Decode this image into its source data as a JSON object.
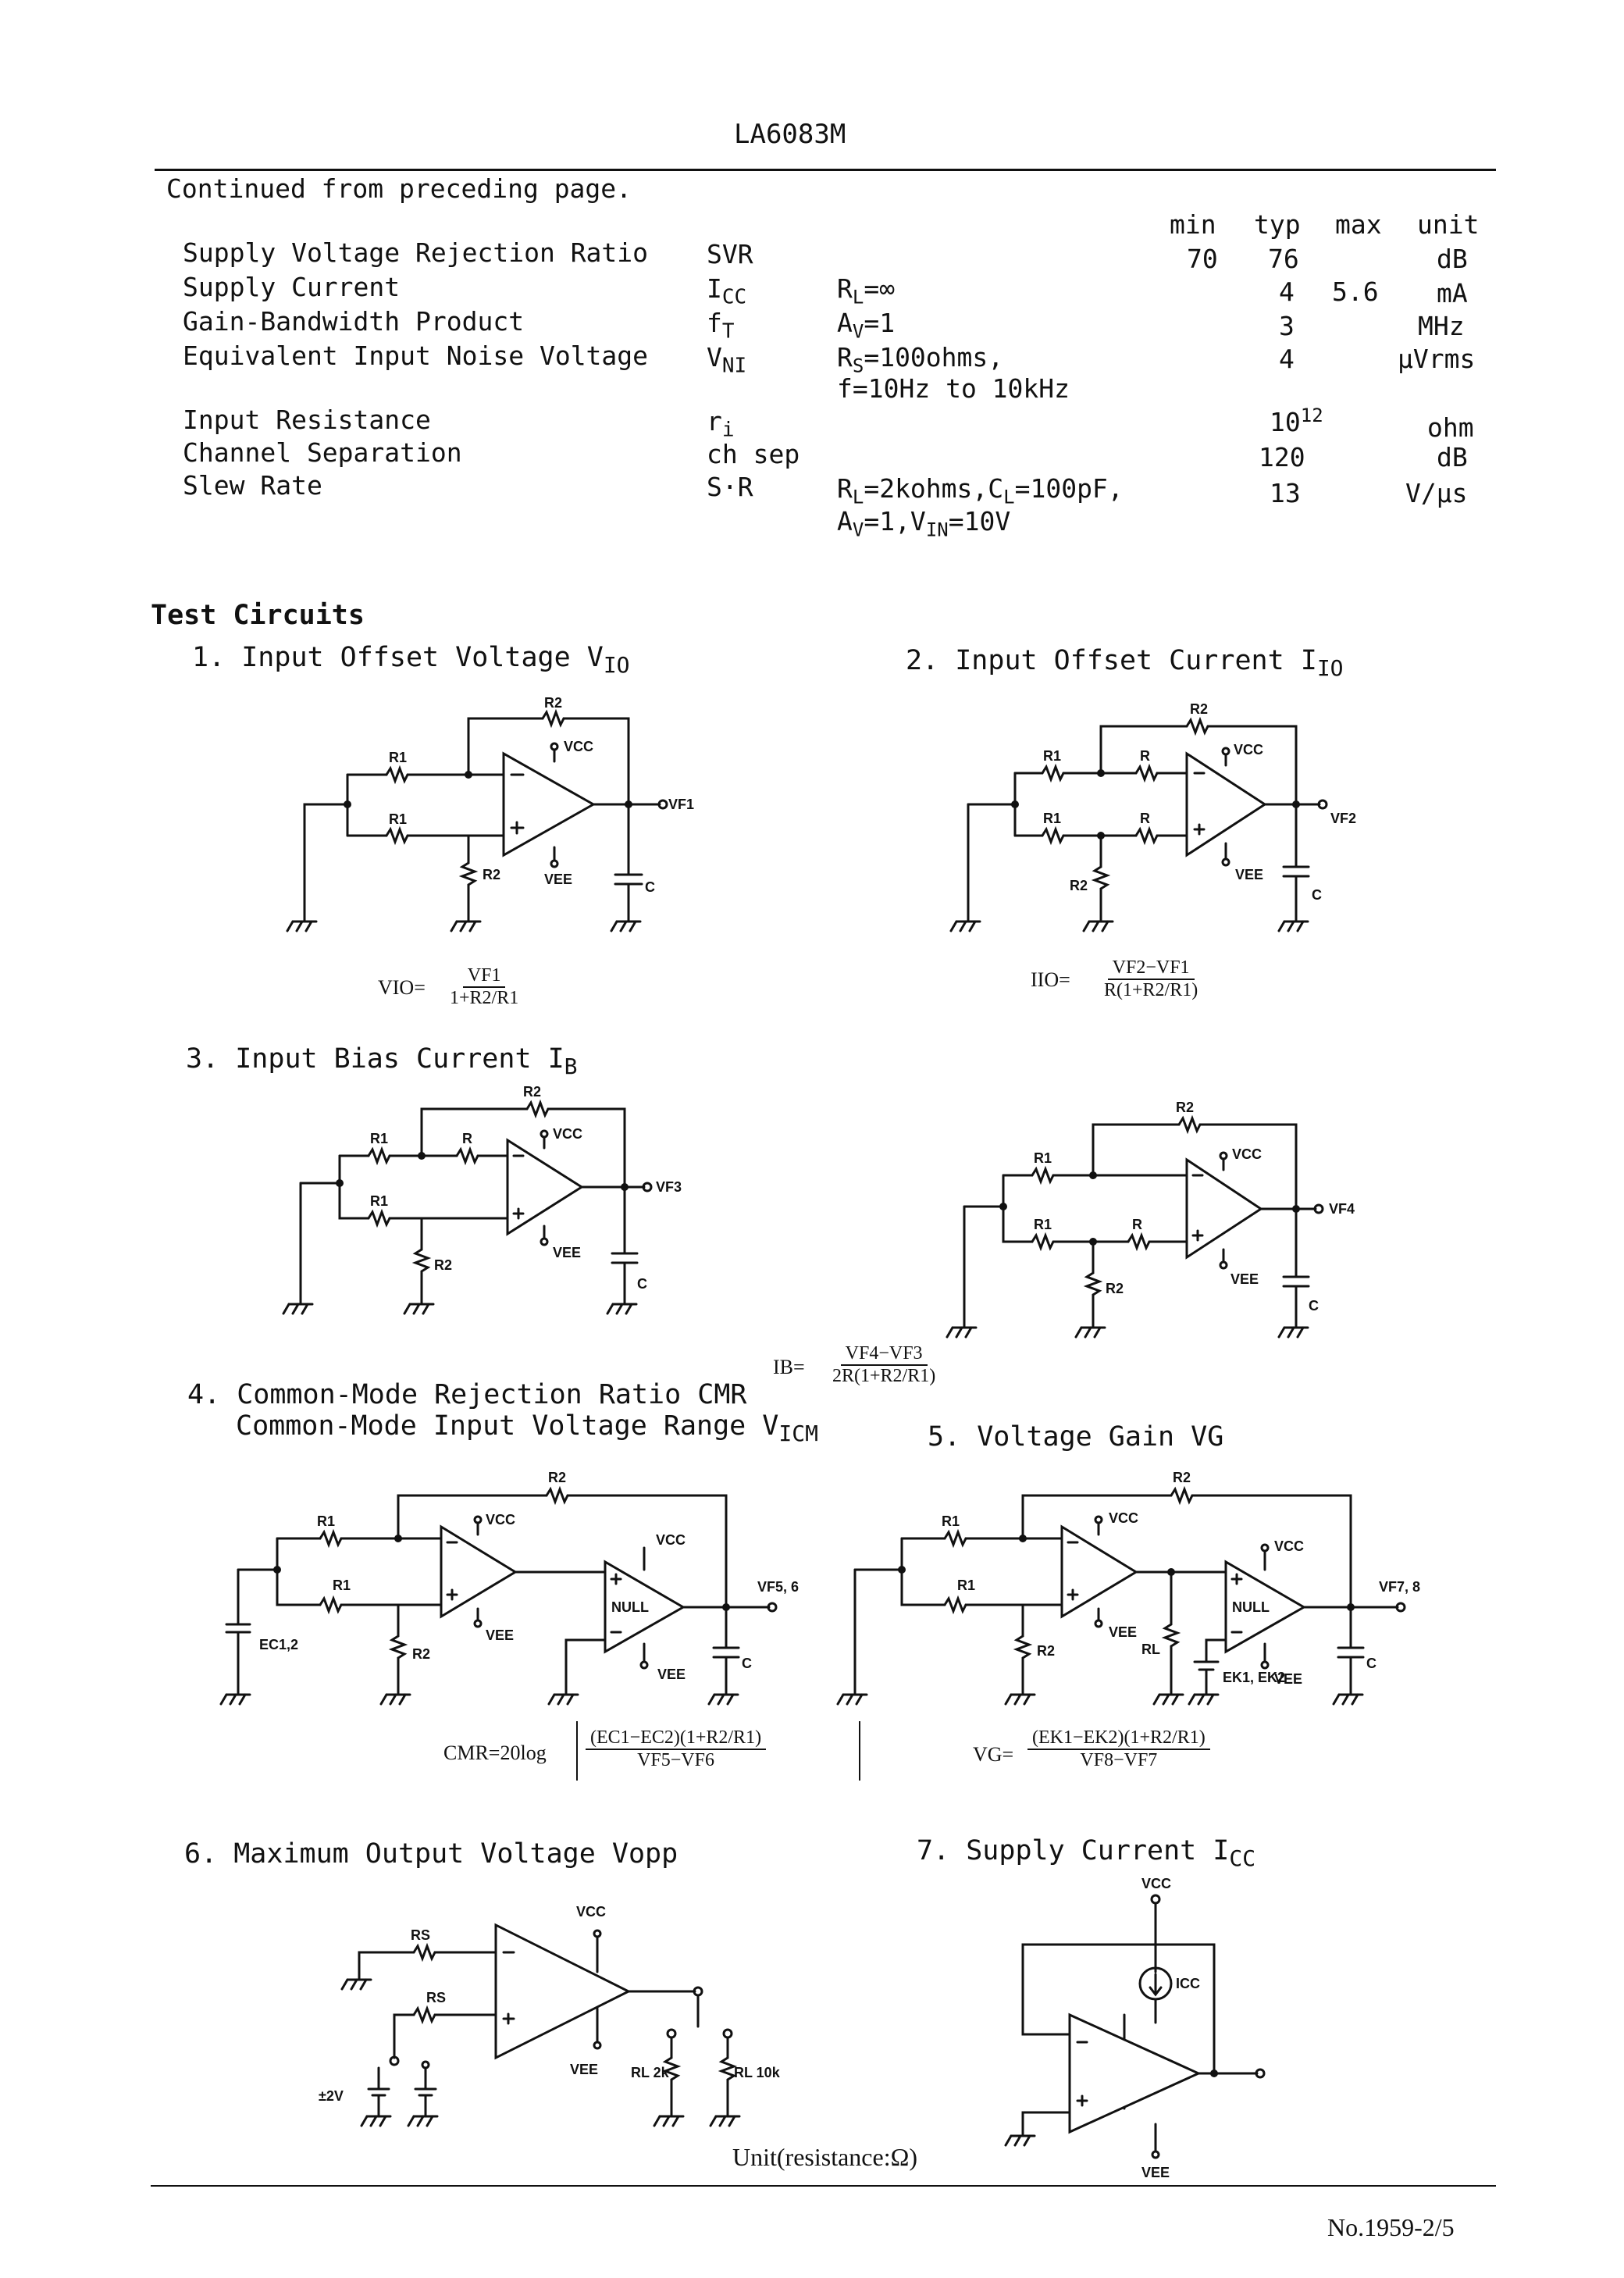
{
  "header": {
    "part_number": "LA6083M"
  },
  "continued": "Continued from preceding page.",
  "table": {
    "columns": [
      "min",
      "typ",
      "max",
      "unit"
    ],
    "rows": [
      {
        "param": "Supply Voltage Rejection Ratio",
        "sym": "SVR",
        "sub": "",
        "cond": "",
        "min": "70",
        "typ": "76",
        "max": "",
        "unit": "dB"
      },
      {
        "param": "Supply Current",
        "sym": "I",
        "sub": "CC",
        "cond": "R",
        "cond_sub": "L",
        "cond_rest": "=∞",
        "min": "",
        "typ": "4",
        "max": "5.6",
        "unit": "mA"
      },
      {
        "param": "Gain-Bandwidth Product",
        "sym": "f",
        "sub": "T",
        "cond": "A",
        "cond_sub": "V",
        "cond_rest": "=1",
        "min": "",
        "typ": "3",
        "max": "",
        "unit": "MHz"
      },
      {
        "param": "Equivalent Input Noise Voltage",
        "sym": "V",
        "sub": "NI",
        "cond": "R",
        "cond_sub": "S",
        "cond_rest": "=100ohms,",
        "cond2": "f=10Hz to 10kHz",
        "min": "",
        "typ": "4",
        "max": "",
        "unit": "μVrms"
      },
      {
        "param": "Input Resistance",
        "sym": "r",
        "sub": "i",
        "cond": "",
        "min": "",
        "typ": "10",
        "typ_sup": "12",
        "max": "",
        "unit": "ohm"
      },
      {
        "param": "Channel Separation",
        "sym": "ch sep",
        "sub": "",
        "cond": "",
        "min": "",
        "typ": "120",
        "max": "",
        "unit": "dB"
      },
      {
        "param": "Slew Rate",
        "sym": "S·R",
        "sub": "",
        "cond": "R",
        "cond_sub": "L",
        "cond_rest": "=2kohms,C",
        "cond_sub2": "L",
        "cond_rest2": "=100pF,",
        "cond2": "A",
        "cond2_sub": "V",
        "cond2_rest": "=1,V",
        "cond2_sub2": "IN",
        "cond2_rest2": "=10V",
        "min": "",
        "typ": "13",
        "max": "",
        "unit": "V/μs"
      }
    ]
  },
  "test_circuits_title": "Test Circuits",
  "circuits": [
    {
      "num": "1.",
      "title": "Input Offset Voltage V",
      "sub": "IO"
    },
    {
      "num": "2.",
      "title": "Input Offset Current I",
      "sub": "IO"
    },
    {
      "num": "3.",
      "title": "Input Bias Current I",
      "sub": "B"
    },
    {
      "num": "4.",
      "title": "Common-Mode Rejection Ratio CMR",
      "title2": "Common-Mode Input Voltage Range V",
      "sub2": "ICM"
    },
    {
      "num": "5.",
      "title": "Voltage Gain VG"
    },
    {
      "num": "6.",
      "title": "Maximum Output Voltage Vopp"
    },
    {
      "num": "7.",
      "title": "Supply Current I",
      "sub": "CC"
    }
  ],
  "labels": {
    "R1": "R1",
    "R2": "R2",
    "R": "R",
    "VCC": "VCC",
    "VEE": "VEE",
    "C": "C",
    "VF1": "VF1",
    "VF2": "VF2",
    "VF3": "VF3",
    "VF4": "VF4",
    "VF56": "VF5, 6",
    "VF78": "VF7, 8",
    "EC12": "EC1,2",
    "NULL": "NULL",
    "RL": "RL",
    "EK12": "EK1, EK2",
    "RS": "RS",
    "RL2k": "RL 2k",
    "RL10k": "RL 10k",
    "pm2v": "±2V",
    "ICC": "ICC"
  },
  "equations": {
    "vio_lhs": "VIO=",
    "vio_num": "VF1",
    "vio_den": "1+R2/R1",
    "iio_lhs": "IIO=",
    "iio_num": "VF2−VF1",
    "iio_den": "R(1+R2/R1)",
    "ib_lhs": "IB=",
    "ib_num": "VF4−VF3",
    "ib_den": "2R(1+R2/R1)",
    "cmr_lhs": "CMR=20log",
    "cmr_num": "(EC1−EC2)(1+R2/R1)",
    "cmr_den": "VF5−VF6",
    "vg_lhs": "VG=",
    "vg_num": "(EK1−EK2)(1+R2/R1)",
    "vg_den": "VF8−VF7"
  },
  "unit_note": "Unit(resistance:Ω)",
  "footer": "No.1959-2/5"
}
